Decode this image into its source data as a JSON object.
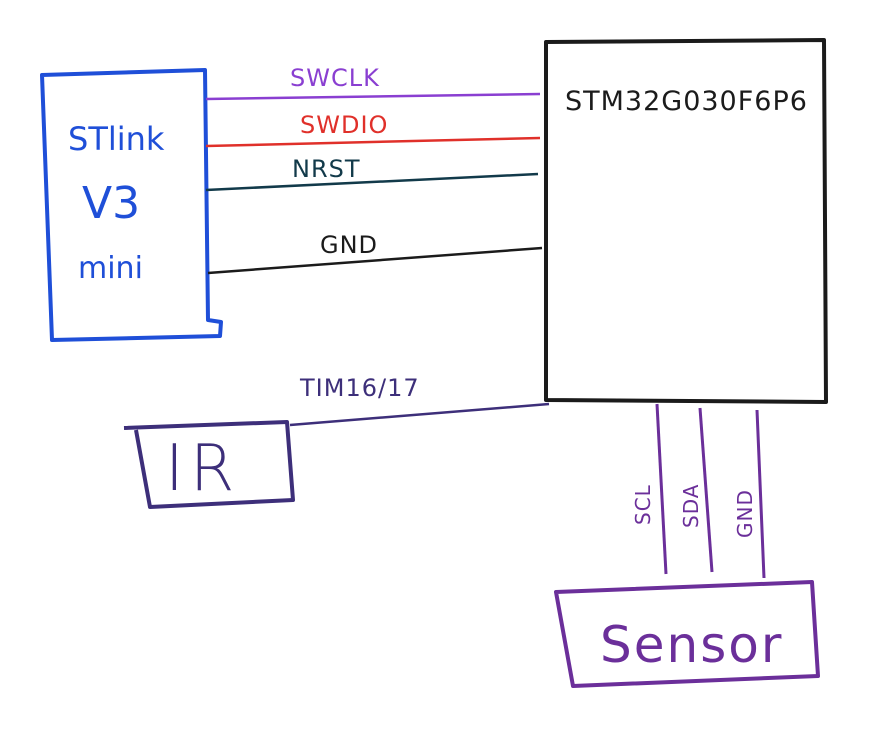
{
  "stlink": {
    "line1": "STlink",
    "line2": "V3",
    "line3": "mini"
  },
  "mcu": {
    "label": "STM32G030F6P6"
  },
  "wires": {
    "swclk": "SWCLK",
    "swdio": "SWDIO",
    "nrst": "NRST",
    "gnd": "GND",
    "tim": "TIM16/17"
  },
  "ir": {
    "label": "IR"
  },
  "sensor": {
    "label": "Sensor",
    "scl": "SCL",
    "sda": "SDA",
    "gnd": "GND"
  },
  "colors": {
    "stlink": "#1f4fd8",
    "swclk": "#8a3fd1",
    "swdio": "#e0302a",
    "nrst": "#123a4a",
    "gnd": "#1b1b1b",
    "chip": "#1b1b1b",
    "ir": "#3d2f7a",
    "sensor": "#6b2f9a"
  }
}
